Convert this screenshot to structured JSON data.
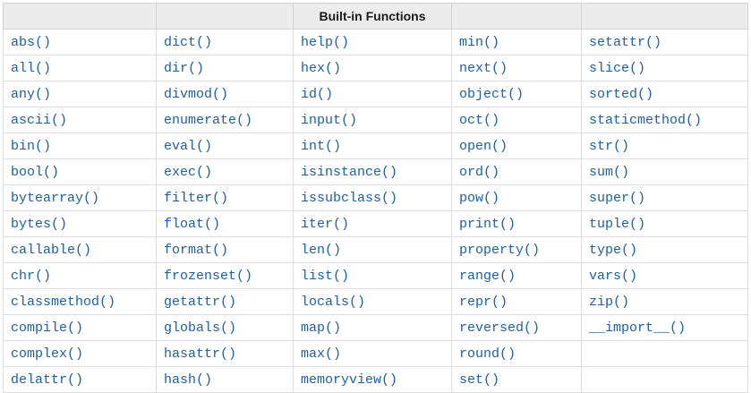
{
  "table": {
    "title": "Built-in Functions",
    "header": [
      "",
      "",
      "Built-in Functions",
      "",
      ""
    ],
    "colors": {
      "header_bg": "#ececec",
      "outer_border": "#c8c8c8",
      "inner_border": "#dddddd",
      "link_blue": "#1e5f9e",
      "header_text": "#1a1a1a"
    },
    "rows": [
      [
        "abs()",
        "dict()",
        "help()",
        "min()",
        "setattr()"
      ],
      [
        "all()",
        "dir()",
        "hex()",
        "next()",
        "slice()"
      ],
      [
        "any()",
        "divmod()",
        "id()",
        "object()",
        "sorted()"
      ],
      [
        "ascii()",
        "enumerate()",
        "input()",
        "oct()",
        "staticmethod()"
      ],
      [
        "bin()",
        "eval()",
        "int()",
        "open()",
        "str()"
      ],
      [
        "bool()",
        "exec()",
        "isinstance()",
        "ord()",
        "sum()"
      ],
      [
        "bytearray()",
        "filter()",
        "issubclass()",
        "pow()",
        "super()"
      ],
      [
        "bytes()",
        "float()",
        "iter()",
        "print()",
        "tuple()"
      ],
      [
        "callable()",
        "format()",
        "len()",
        "property()",
        "type()"
      ],
      [
        "chr()",
        "frozenset()",
        "list()",
        "range()",
        "vars()"
      ],
      [
        "classmethod()",
        "getattr()",
        "locals()",
        "repr()",
        "zip()"
      ],
      [
        "compile()",
        "globals()",
        "map()",
        "reversed()",
        "__import__()"
      ],
      [
        "complex()",
        "hasattr()",
        "max()",
        "round()",
        ""
      ],
      [
        "delattr()",
        "hash()",
        "memoryview()",
        "set()",
        ""
      ]
    ]
  }
}
